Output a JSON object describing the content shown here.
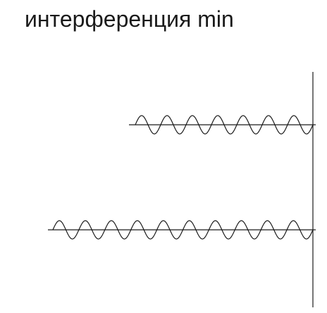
{
  "title": "интерференция min",
  "colors": {
    "stroke": "#1a1a1a",
    "background": "#ffffff"
  },
  "waves": [
    {
      "periods": 7
    },
    {
      "periods": 10
    }
  ]
}
